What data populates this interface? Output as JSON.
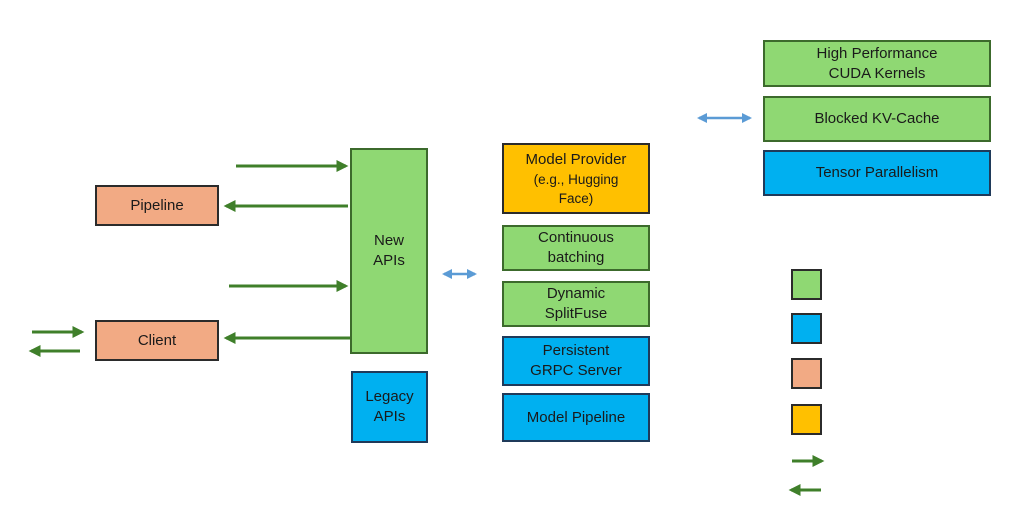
{
  "diagram": {
    "colors": {
      "green": "#8fd873",
      "blue": "#00b0f0",
      "salmon": "#f2aa84",
      "orange": "#ffc000",
      "arrow_green": "#3f7f2a",
      "arrow_blue": "#5b9bd5"
    },
    "clients": {
      "pipeline": "Pipeline",
      "client": "Client"
    },
    "apis": {
      "new_apis": [
        "New",
        "APIs"
      ],
      "legacy_apis": [
        "Legacy",
        "APIs"
      ]
    },
    "middle": {
      "model_provider": {
        "title": "Model Provider",
        "sub": [
          "(e.g., Hugging",
          "Face)"
        ]
      },
      "continuous_batching": [
        "Continuous",
        "batching"
      ],
      "dynamic_splitfuse": [
        "Dynamic",
        "SplitFuse"
      ],
      "persistent_grpc": [
        "Persistent",
        "GRPC Server"
      ],
      "model_pipeline": "Model Pipeline"
    },
    "right": {
      "cuda_kernels": [
        "High Performance",
        "CUDA Kernels"
      ],
      "kv_cache": "Blocked KV-Cache",
      "tensor_parallelism": "Tensor Parallelism"
    },
    "legend": {
      "swatches": [
        "green",
        "blue",
        "salmon",
        "orange"
      ],
      "arrows": [
        "right-arrow",
        "left-arrow"
      ]
    },
    "edges": [
      {
        "from": "external",
        "to": "new-apis",
        "direction": "right"
      },
      {
        "from": "new-apis",
        "to": "pipeline",
        "direction": "left"
      },
      {
        "from": "external",
        "to": "new-apis",
        "direction": "right"
      },
      {
        "from": "new-apis",
        "to": "client",
        "direction": "left"
      },
      {
        "from": "external",
        "to": "client",
        "direction": "right"
      },
      {
        "from": "client",
        "to": "external",
        "direction": "left"
      },
      {
        "from": "new-apis",
        "to": "middle-stack",
        "direction": "bidirectional"
      },
      {
        "from": "middle-stack",
        "to": "kv-cache",
        "direction": "bidirectional"
      }
    ]
  }
}
